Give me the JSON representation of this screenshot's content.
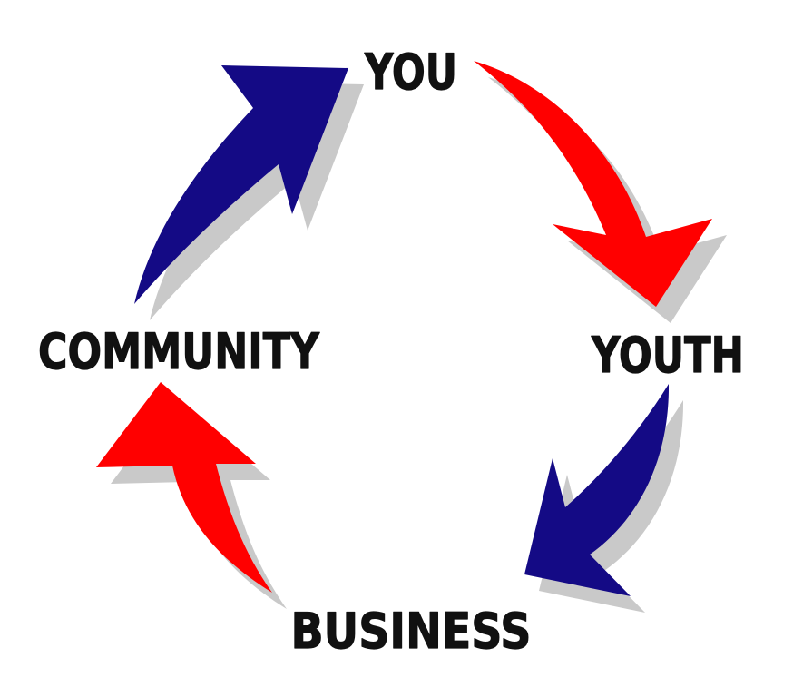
{
  "diagram": {
    "type": "cycle",
    "nodes": [
      {
        "id": "you",
        "label": "YOU"
      },
      {
        "id": "youth",
        "label": "YOUTH"
      },
      {
        "id": "business",
        "label": "BUSINESS"
      },
      {
        "id": "community",
        "label": "COMMUNITY"
      }
    ],
    "edges": [
      {
        "from": "you",
        "to": "youth",
        "color": "#ff0000"
      },
      {
        "from": "youth",
        "to": "business",
        "color": "#140a85"
      },
      {
        "from": "business",
        "to": "community",
        "color": "#ff0000"
      },
      {
        "from": "community",
        "to": "you",
        "color": "#140a85"
      }
    ]
  }
}
